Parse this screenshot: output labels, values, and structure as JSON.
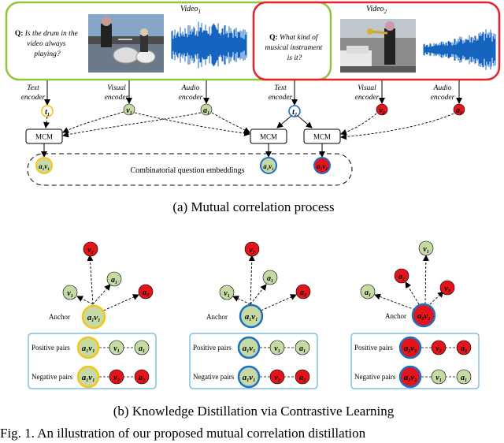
{
  "video1": {
    "title_base": "Video",
    "title_sub": "1",
    "question_prefix": "Q:",
    "question": "Is the drum in the video always playing?"
  },
  "video2": {
    "title_base": "Video",
    "title_sub": "2",
    "question_prefix": "Q:",
    "question": "What kind of musical instrument is it?"
  },
  "encoders": {
    "text": "Text encoder",
    "visual": "Visual encoder",
    "audio": "Audio encoder"
  },
  "mcm_label": "MCM",
  "embeddings_label": "Combinatorial question embeddings",
  "anchor_label": "Anchor",
  "positive_pairs_label": "Positive pairs",
  "negative_pairs_label": "Negative pairs",
  "symbols": {
    "t": "t",
    "v": "v",
    "a": "a",
    "sub1": "1",
    "sub2": "2"
  },
  "caption_a": "(a)  Mutual correlation process",
  "caption_b": "(b)  Knowledge Distillation via Contrastive Learning",
  "figure_caption": "Fig. 1. An illustration of our proposed mutual correlation distillation",
  "colors": {
    "green_frame": "#8dc63f",
    "red_frame": "#e8212b",
    "green_node": "#c6dba4",
    "red_node": "#e3151a",
    "yellow_ring": "#f5c518",
    "blue_ring": "#1f6fc9",
    "pair_box": "#7ec0e0",
    "wave": "#1565c0"
  }
}
